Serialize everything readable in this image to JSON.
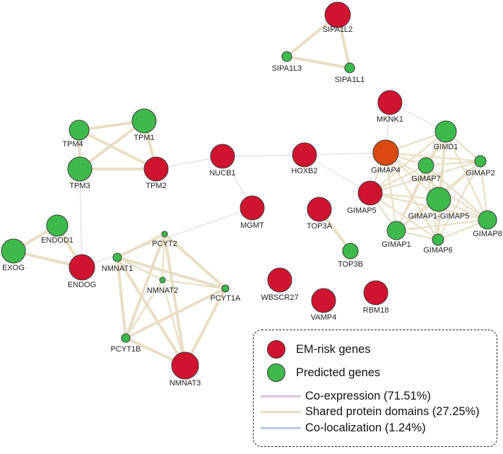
{
  "colors": {
    "em_risk": "#d0142f",
    "predicted": "#3dba4b",
    "highlight": "#d94a10",
    "shared_domains": "#e9dec3",
    "co_expression": "#dcc4e0",
    "co_localization": "#b8c7ea"
  },
  "nodes": [
    {
      "id": "SIPA1L2",
      "type": "em_risk"
    },
    {
      "id": "SIPA1L3",
      "type": "predicted"
    },
    {
      "id": "SIPA1L1",
      "type": "predicted"
    },
    {
      "id": "MKNK1",
      "type": "em_risk"
    },
    {
      "id": "TPM4",
      "type": "predicted"
    },
    {
      "id": "TPM1",
      "type": "predicted"
    },
    {
      "id": "TPM3",
      "type": "predicted"
    },
    {
      "id": "TPM2",
      "type": "em_risk"
    },
    {
      "id": "NUCB1",
      "type": "em_risk"
    },
    {
      "id": "HOXB2",
      "type": "em_risk"
    },
    {
      "id": "GIMAP4",
      "type": "em_risk",
      "highlight": true
    },
    {
      "id": "GIMD1",
      "type": "predicted"
    },
    {
      "id": "GIMAP7",
      "type": "predicted"
    },
    {
      "id": "GIMAP2",
      "type": "predicted"
    },
    {
      "id": "GIMAP5",
      "type": "em_risk"
    },
    {
      "id": "GIMAP1-GIMAP5",
      "type": "predicted"
    },
    {
      "id": "GIMAP8",
      "type": "predicted"
    },
    {
      "id": "GIMAP1",
      "type": "predicted"
    },
    {
      "id": "GIMAP6",
      "type": "predicted"
    },
    {
      "id": "MGMT",
      "type": "em_risk"
    },
    {
      "id": "TOP3A",
      "type": "em_risk"
    },
    {
      "id": "TOP3B",
      "type": "predicted"
    },
    {
      "id": "ENDOD1",
      "type": "predicted"
    },
    {
      "id": "EXOG",
      "type": "predicted"
    },
    {
      "id": "ENDOG",
      "type": "em_risk"
    },
    {
      "id": "PCYT2",
      "type": "predicted"
    },
    {
      "id": "NMNAT1",
      "type": "predicted"
    },
    {
      "id": "NMNAT2",
      "type": "predicted"
    },
    {
      "id": "PCYT1A",
      "type": "predicted"
    },
    {
      "id": "PCYT1B",
      "type": "predicted"
    },
    {
      "id": "NMNAT3",
      "type": "em_risk"
    },
    {
      "id": "WBSCR27",
      "type": "em_risk"
    },
    {
      "id": "VAMP4",
      "type": "em_risk"
    },
    {
      "id": "RBM18",
      "type": "em_risk"
    }
  ],
  "edges": [
    [
      "SIPA1L2",
      "SIPA1L3"
    ],
    [
      "SIPA1L2",
      "SIPA1L1"
    ],
    [
      "SIPA1L3",
      "SIPA1L1"
    ],
    [
      "TPM4",
      "TPM1"
    ],
    [
      "TPM4",
      "TPM3"
    ],
    [
      "TPM4",
      "TPM2"
    ],
    [
      "TPM1",
      "TPM3"
    ],
    [
      "TPM1",
      "TPM2"
    ],
    [
      "TPM3",
      "TPM2"
    ],
    [
      "TPM2",
      "NUCB1"
    ],
    [
      "NUCB1",
      "HOXB2"
    ],
    [
      "NUCB1",
      "MGMT"
    ],
    [
      "HOXB2",
      "GIMAP4"
    ],
    [
      "HOXB2",
      "GIMAP5"
    ],
    [
      "TOP3A",
      "TOP3B"
    ],
    [
      "ENDOD1",
      "EXOG"
    ],
    [
      "ENDOD1",
      "ENDOG"
    ],
    [
      "EXOG",
      "ENDOG"
    ],
    [
      "ENDOG",
      "MGMT"
    ],
    [
      "TPM3",
      "ENDOG"
    ],
    [
      "PCYT2",
      "NMNAT1"
    ],
    [
      "PCYT2",
      "NMNAT2"
    ],
    [
      "PCYT2",
      "PCYT1A"
    ],
    [
      "PCYT2",
      "PCYT1B"
    ],
    [
      "PCYT2",
      "NMNAT3"
    ],
    [
      "NMNAT1",
      "NMNAT2"
    ],
    [
      "NMNAT1",
      "PCYT1A"
    ],
    [
      "NMNAT1",
      "PCYT1B"
    ],
    [
      "NMNAT1",
      "NMNAT3"
    ],
    [
      "NMNAT2",
      "PCYT1A"
    ],
    [
      "NMNAT2",
      "PCYT1B"
    ],
    [
      "NMNAT2",
      "NMNAT3"
    ],
    [
      "PCYT1A",
      "PCYT1B"
    ],
    [
      "PCYT1A",
      "NMNAT3"
    ],
    [
      "PCYT1B",
      "NMNAT3"
    ],
    [
      "MKNK1",
      "GIMAP4"
    ],
    [
      "MKNK1",
      "GIMD1"
    ],
    [
      "GIMAP4",
      "GIMD1"
    ],
    [
      "GIMAP4",
      "GIMAP7"
    ],
    [
      "GIMAP4",
      "GIMAP2"
    ],
    [
      "GIMAP4",
      "GIMAP5"
    ],
    [
      "GIMAP4",
      "GIMAP1-GIMAP5"
    ],
    [
      "GIMAP4",
      "GIMAP8"
    ],
    [
      "GIMAP4",
      "GIMAP1"
    ],
    [
      "GIMAP4",
      "GIMAP6"
    ],
    [
      "GIMD1",
      "GIMAP7"
    ],
    [
      "GIMD1",
      "GIMAP2"
    ],
    [
      "GIMD1",
      "GIMAP5"
    ],
    [
      "GIMD1",
      "GIMAP1-GIMAP5"
    ],
    [
      "GIMD1",
      "GIMAP8"
    ],
    [
      "GIMD1",
      "GIMAP1"
    ],
    [
      "GIMD1",
      "GIMAP6"
    ],
    [
      "GIMAP7",
      "GIMAP2"
    ],
    [
      "GIMAP7",
      "GIMAP5"
    ],
    [
      "GIMAP7",
      "GIMAP1-GIMAP5"
    ],
    [
      "GIMAP7",
      "GIMAP8"
    ],
    [
      "GIMAP7",
      "GIMAP1"
    ],
    [
      "GIMAP7",
      "GIMAP6"
    ],
    [
      "GIMAP2",
      "GIMAP5"
    ],
    [
      "GIMAP2",
      "GIMAP1-GIMAP5"
    ],
    [
      "GIMAP2",
      "GIMAP8"
    ],
    [
      "GIMAP2",
      "GIMAP1"
    ],
    [
      "GIMAP2",
      "GIMAP6"
    ],
    [
      "GIMAP5",
      "GIMAP1-GIMAP5"
    ],
    [
      "GIMAP5",
      "GIMAP8"
    ],
    [
      "GIMAP5",
      "GIMAP1"
    ],
    [
      "GIMAP5",
      "GIMAP6"
    ],
    [
      "GIMAP1-GIMAP5",
      "GIMAP8"
    ],
    [
      "GIMAP1-GIMAP5",
      "GIMAP1"
    ],
    [
      "GIMAP1-GIMAP5",
      "GIMAP6"
    ],
    [
      "GIMAP8",
      "GIMAP1"
    ],
    [
      "GIMAP8",
      "GIMAP6"
    ],
    [
      "GIMAP1",
      "GIMAP6"
    ]
  ],
  "legend": {
    "em_risk": "EM-risk genes",
    "predicted": "Predicted genes",
    "co_expression": "Co-expression (71.51%)",
    "shared_domains": "Shared protein domains (27.25%)",
    "co_localization": "Co-localization (1.24%)"
  }
}
